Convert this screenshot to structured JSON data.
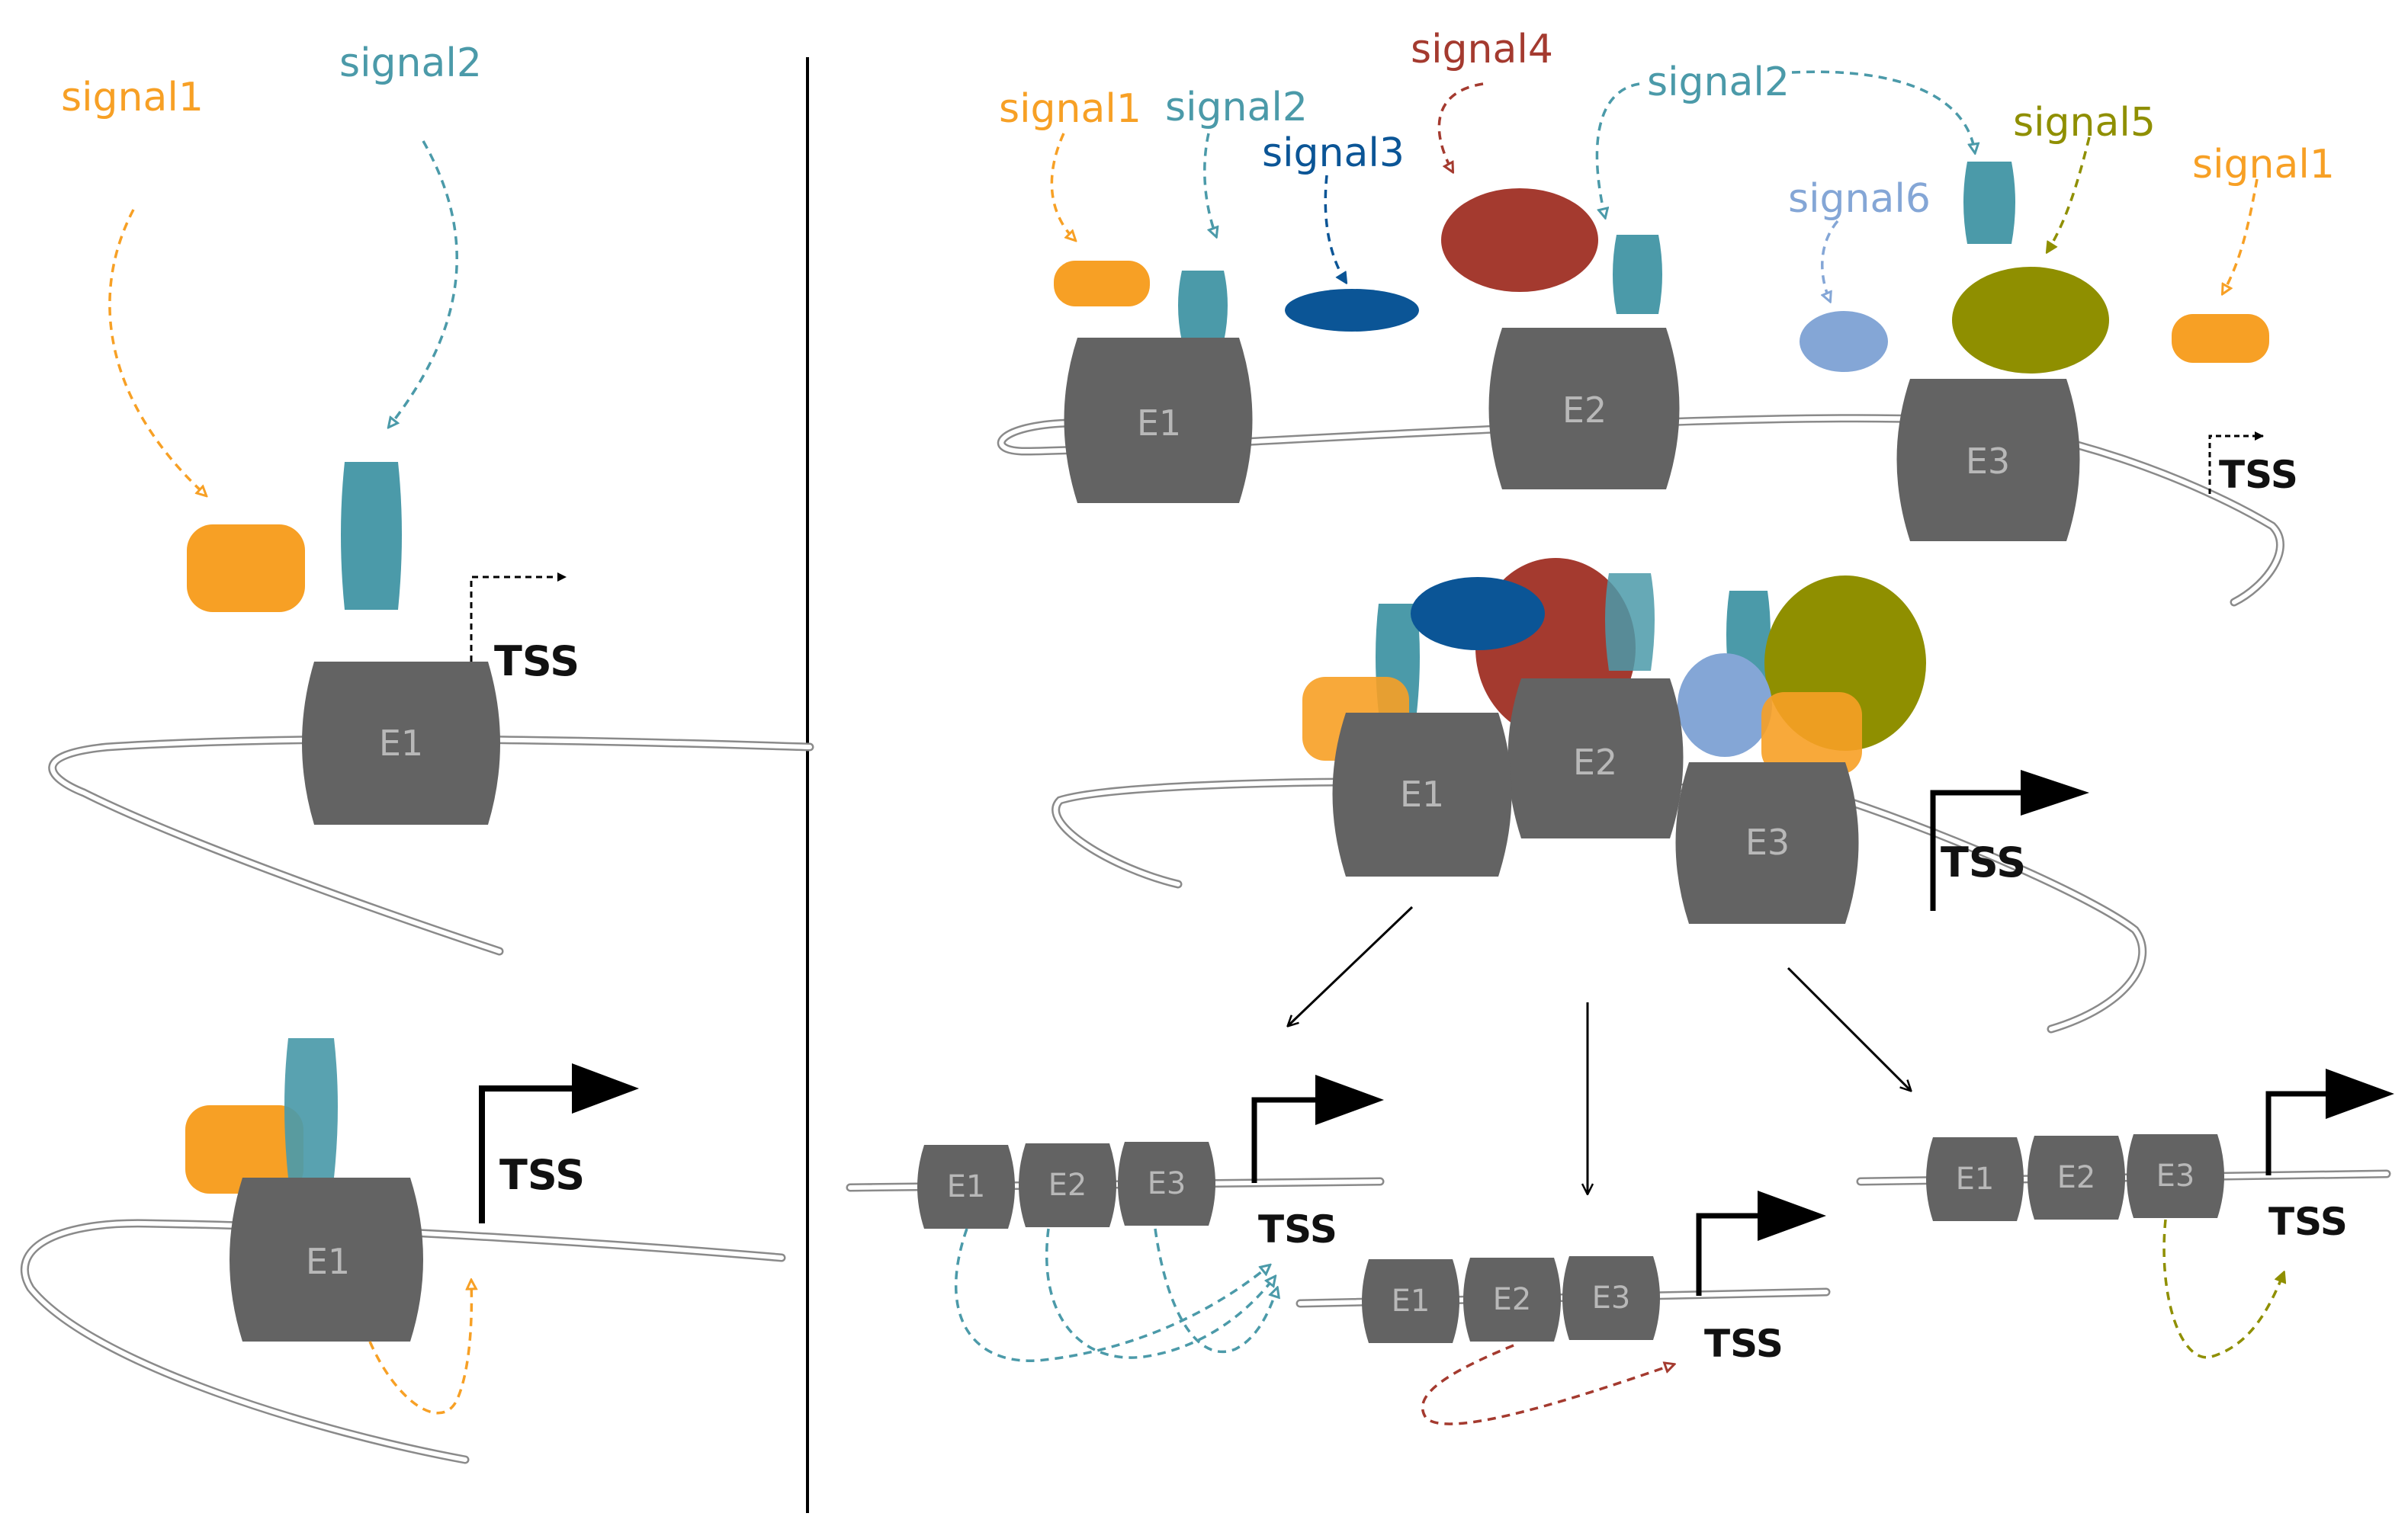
{
  "colors": {
    "orange": "#f7a025",
    "teal": "#4b9aa9",
    "navy": "#0b5596",
    "red": "#a43a2f",
    "olive": "#8f8f00",
    "lightblue": "#84a6d6",
    "enhancer": "#636363",
    "enhancer_text": "#b8b8b8"
  },
  "left": {
    "top": {
      "signal1": "signal1",
      "signal2": "signal2",
      "tss": "TSS",
      "e1": "E1"
    },
    "bottom": {
      "tss": "TSS",
      "e1": "E1"
    }
  },
  "right": {
    "top": {
      "signal1a": "signal1",
      "signal2a": "signal2",
      "signal3": "signal3",
      "signal4": "signal4",
      "signal2b": "signal2",
      "signal6": "signal6",
      "signal5": "signal5",
      "signal1b": "signal1",
      "e1": "E1",
      "e2": "E2",
      "e3": "E3",
      "tss": "TSS"
    },
    "middle": {
      "e1": "E1",
      "e2": "E2",
      "e3": "E3",
      "tss": "TSS"
    },
    "outcome_left": {
      "e1": "E1",
      "e2": "E2",
      "e3": "E3",
      "tss": "TSS"
    },
    "outcome_center": {
      "e1": "E1",
      "e2": "E2",
      "e3": "E3",
      "tss": "TSS"
    },
    "outcome_right": {
      "e1": "E1",
      "e2": "E2",
      "e3": "E3",
      "tss": "TSS"
    }
  }
}
